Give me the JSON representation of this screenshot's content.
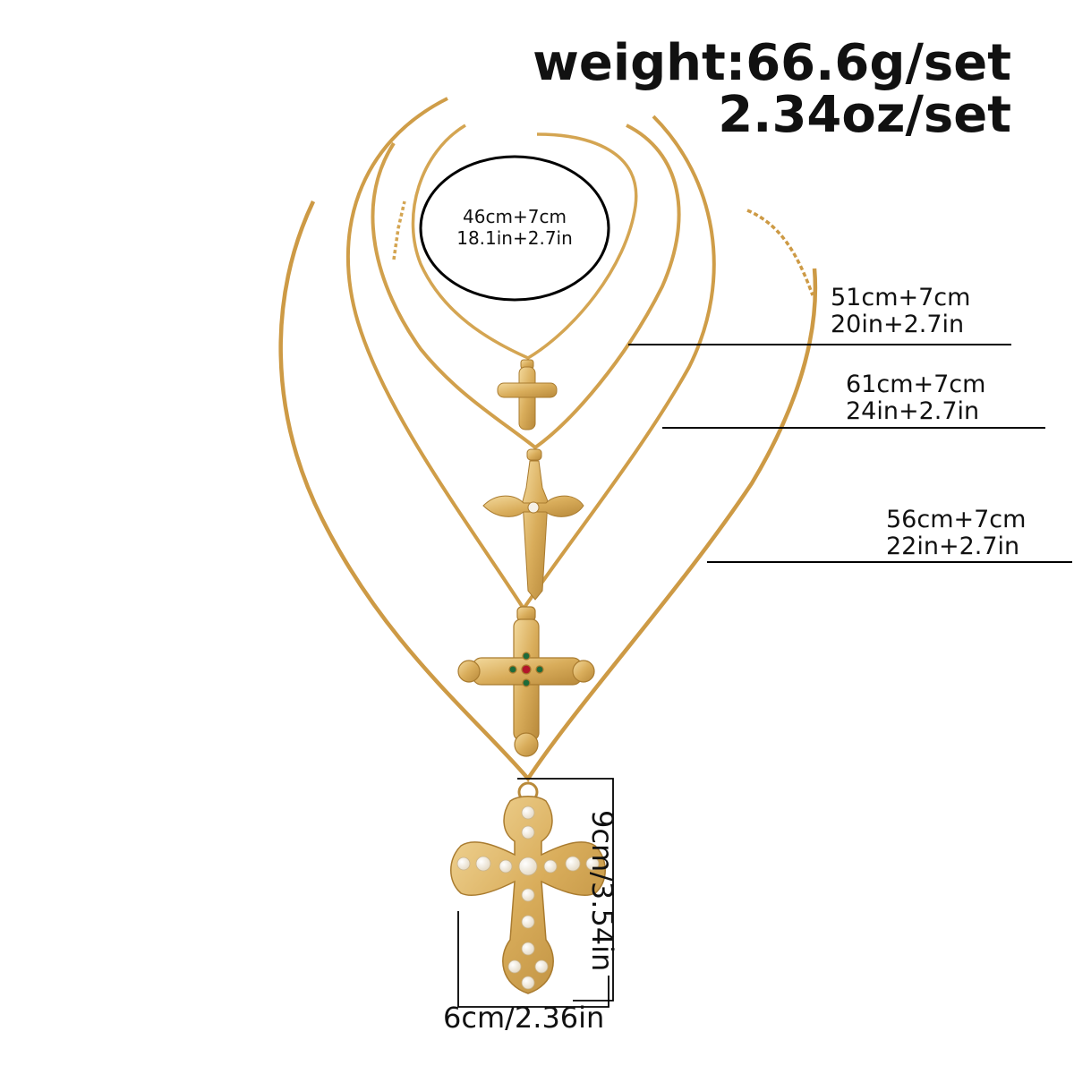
{
  "weight": {
    "grams": "weight:66.6g/set",
    "ounces": "2.34oz/set"
  },
  "chains": [
    {
      "cm": "46cm+7cm",
      "in": "18.1in+2.7in"
    },
    {
      "cm": "51cm+7cm",
      "in": "20in+2.7in"
    },
    {
      "cm": "61cm+7cm",
      "in": "24in+2.7in"
    },
    {
      "cm": "56cm+7cm",
      "in": "22in+2.7in"
    }
  ],
  "pendant_size": {
    "height": "9cm/3.54in",
    "width": "6cm/2.36in"
  },
  "colors": {
    "gold": "#d9ad5b",
    "gold_dark": "#b98a3a",
    "gold_light": "#f1d494",
    "pearl": "#f6f1e6",
    "gem_red": "#b3162a",
    "gem_green": "#1e6b3a"
  }
}
